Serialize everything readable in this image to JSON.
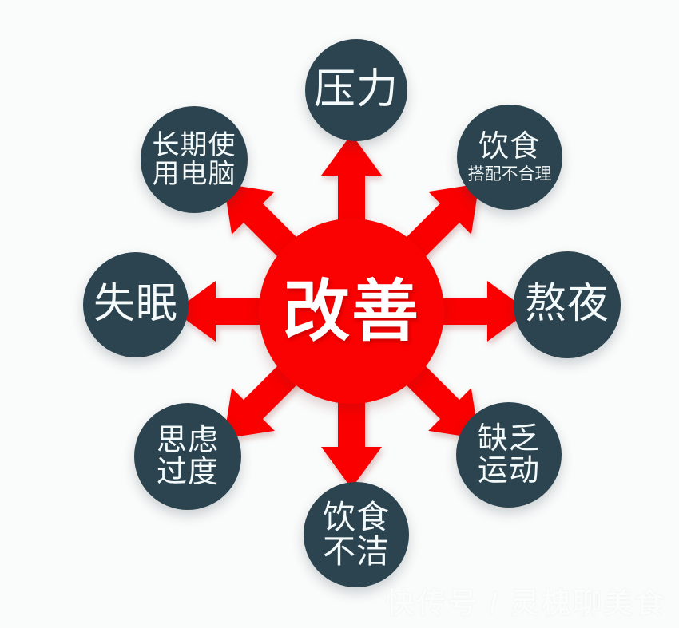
{
  "diagram": {
    "title": "改善",
    "center": {
      "label": "改善",
      "color": "#fa0202",
      "text_color": "#ffffff"
    },
    "node_color": "#2b444f",
    "node_text_color": "#f4f9fa",
    "arrow_color": "#fa0202",
    "background": "#fafbfb",
    "nodes": [
      {
        "id": "top",
        "position": "top",
        "angle_deg": 270,
        "line1": "压力",
        "line2": ""
      },
      {
        "id": "topright",
        "position": "top-right",
        "angle_deg": 315,
        "line1": "饮食",
        "line2": "搭配不合理"
      },
      {
        "id": "right",
        "position": "right",
        "angle_deg": 0,
        "line1": "熬夜",
        "line2": ""
      },
      {
        "id": "bottomright",
        "position": "bottom-right",
        "angle_deg": 45,
        "line1": "缺乏",
        "line2": "运动"
      },
      {
        "id": "bottom",
        "position": "bottom",
        "angle_deg": 90,
        "line1": "饮食",
        "line2": "不洁"
      },
      {
        "id": "bottomleft",
        "position": "bottom-left",
        "angle_deg": 135,
        "line1": "思虑",
        "line2": "过度"
      },
      {
        "id": "left",
        "position": "left",
        "angle_deg": 180,
        "line1": "失眠",
        "line2": ""
      },
      {
        "id": "topleft",
        "position": "top-left",
        "angle_deg": 225,
        "line1": "长期使",
        "line2": "用电脑"
      }
    ]
  },
  "watermark": {
    "text": "快传号 / 灵槐聊美食"
  }
}
